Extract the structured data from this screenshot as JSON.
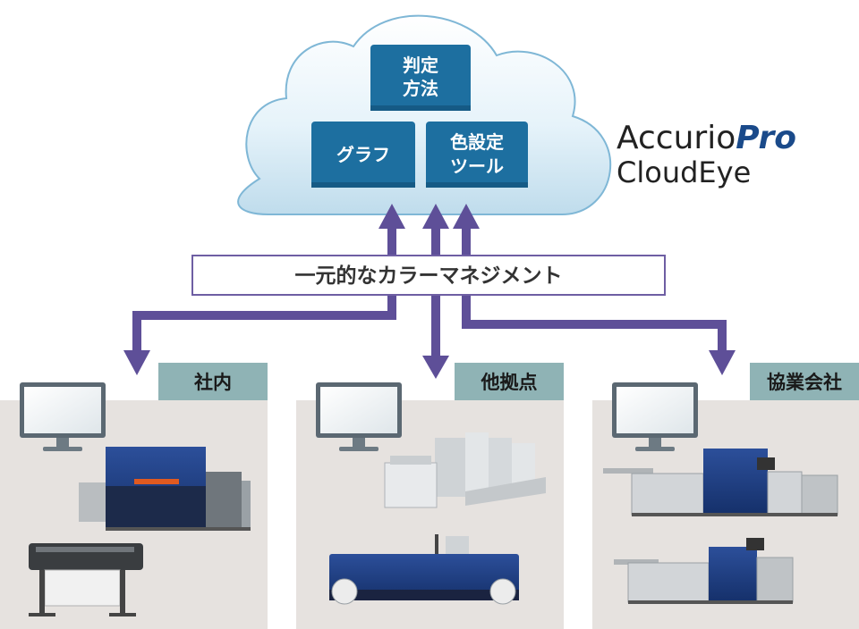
{
  "brand": {
    "line1_a": "Accurio",
    "line1_b": "Pro",
    "line2": "CloudEye",
    "colors": {
      "accurio": "#222222",
      "pro": "#1a4a8a",
      "cloudeye": "#222222"
    }
  },
  "cloud": {
    "tools": [
      {
        "line1": "判定",
        "line2": "方法"
      },
      {
        "line1": "グラフ",
        "line2": ""
      },
      {
        "line1": "色設定",
        "line2": "ツール"
      }
    ]
  },
  "band": {
    "label": "一元的なカラーマネジメント"
  },
  "locations": [
    {
      "label": "社内",
      "equipment": [
        "desktop-monitor",
        "production-press",
        "wide-format-printer"
      ]
    },
    {
      "label": "他拠点",
      "equipment": [
        "desktop-monitor",
        "offset-press",
        "label-press"
      ]
    },
    {
      "label": "協業会社",
      "equipment": [
        "desktop-monitor",
        "production-printer",
        "production-printer"
      ]
    }
  ],
  "colors": {
    "tool_box": "#1d6fa0",
    "arrow": "#5e4f98",
    "tab": "#8fb3b5",
    "panel": "#e6e2df",
    "band_border": "#6e5ea3"
  }
}
